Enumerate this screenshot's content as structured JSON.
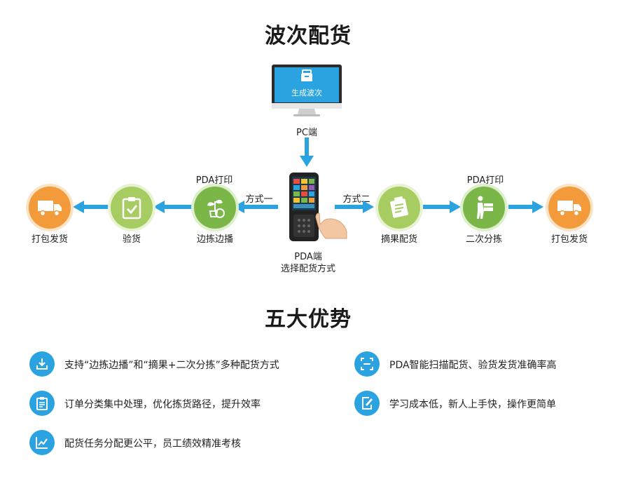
{
  "colors": {
    "accent_blue": "#2aa3e0",
    "orange": "#f39a3b",
    "green": "#7ab648",
    "light_green": "#a6cc62"
  },
  "flow": {
    "title": "波次配货",
    "pc": {
      "screen_text": "生成波次",
      "label": "PC端"
    },
    "pda": {
      "label_line1": "PDA端",
      "label_line2": "选择配货方式"
    },
    "method_one": "方式一",
    "method_two": "方式二",
    "left": {
      "print_label": "PDA打印",
      "nodes": [
        {
          "label": "边拣边播",
          "icon": "plant-basket-icon"
        },
        {
          "label": "验货",
          "icon": "clipboard-check-icon"
        },
        {
          "label": "打包发货",
          "icon": "truck-icon"
        }
      ]
    },
    "right": {
      "print_label": "PDA打印",
      "nodes": [
        {
          "label": "摘果配货",
          "icon": "notepad-icon"
        },
        {
          "label": "二次分拣",
          "icon": "person-box-icon"
        },
        {
          "label": "打包发货",
          "icon": "truck-icon"
        }
      ]
    }
  },
  "advantages": {
    "title": "五大优势",
    "items": [
      {
        "text": "支持“边拣边播”和“摘果+二次分拣”多种配货方式",
        "icon": "download-tray-icon"
      },
      {
        "text": "PDA智能扫描配货、验货发货准确率高",
        "icon": "scan-icon"
      },
      {
        "text": "订单分类集中处理，优化拣货路径，提升效率",
        "icon": "clipboard-list-icon"
      },
      {
        "text": "学习成本低，新人上手快，操作更简单",
        "icon": "document-edit-icon"
      },
      {
        "text": "配货任务分配更公平，员工绩效精准考核",
        "icon": "trend-chart-icon"
      }
    ]
  }
}
